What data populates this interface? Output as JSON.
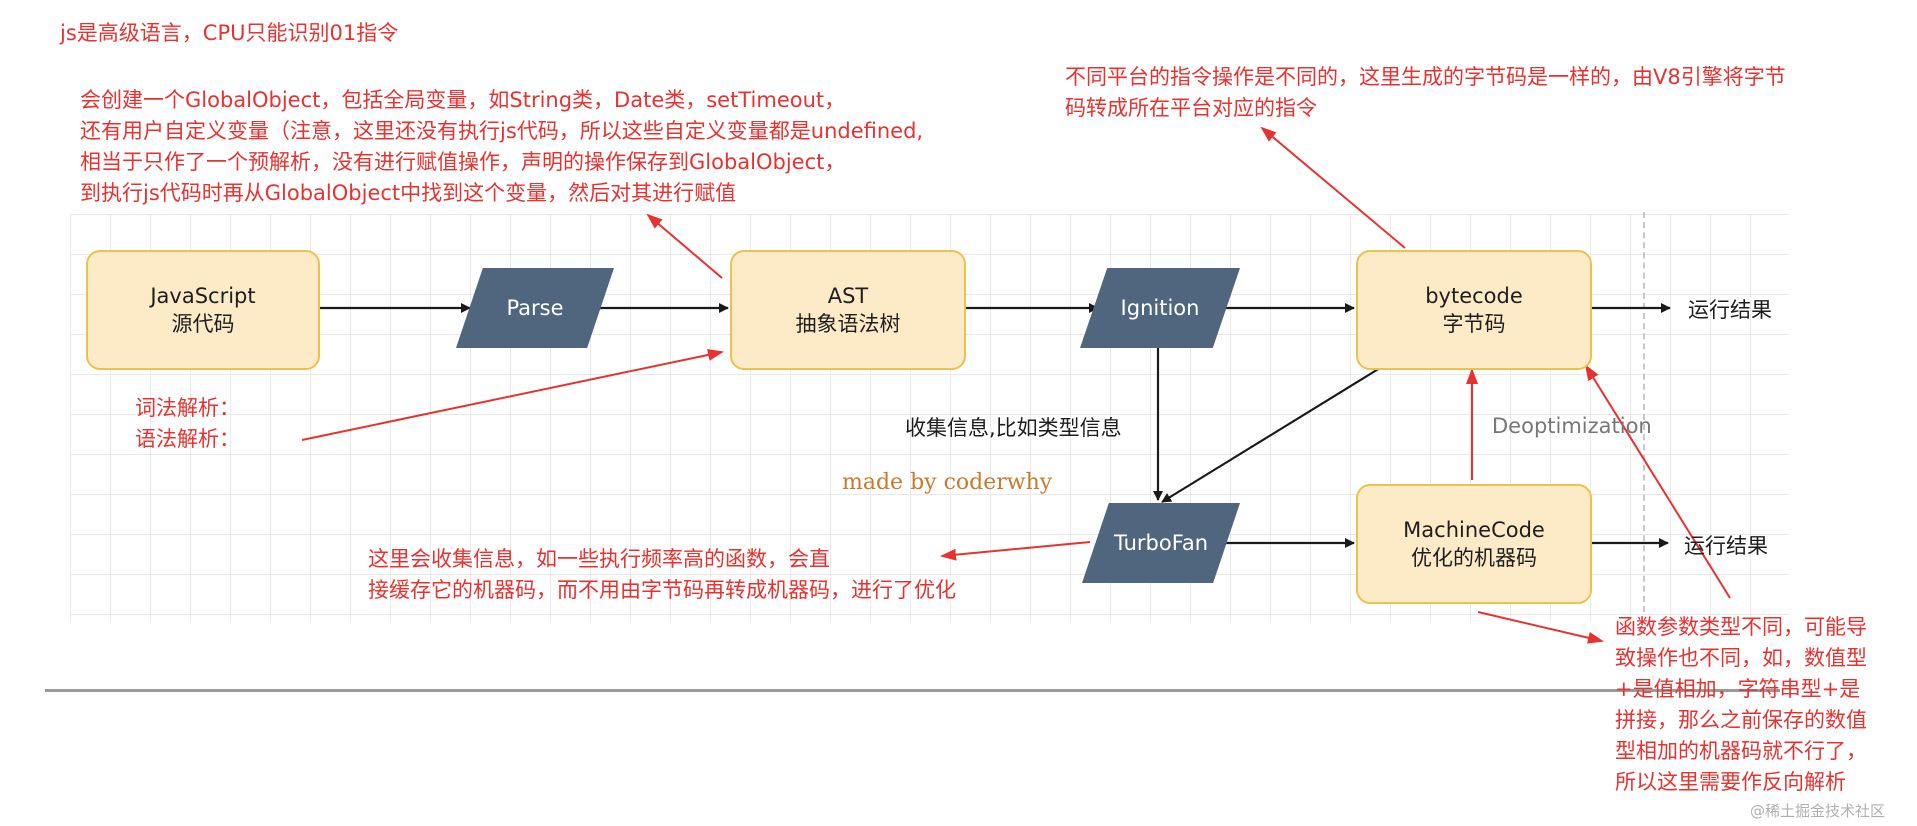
{
  "notes": {
    "top_title": "js是高级语言，CPU只能识别01指令",
    "global_object": [
      "会创建一个GlobalObject，包括全局变量，如String类，Date类，setTimeout，",
      "还有用户自定义变量（注意，这里还没有执行js代码，所以这些自定义变量都是undefined,",
      "相当于只作了一个预解析，没有进行赋值操作，声明的操作保存到GlobalObject，",
      "到执行js代码时再从GlobalObject中找到这个变量，然后对其进行赋值"
    ],
    "platform": [
      "不同平台的指令操作是不同的，这里生成的字节码是一样的，由V8引擎将字节",
      "码转成所在平台对应的指令"
    ],
    "analysis": [
      "词法解析：",
      "语法解析："
    ],
    "turbofan": [
      "这里会收集信息，如一些执行频率高的函数，会直",
      "接缓存它的机器码，而不用由字节码再转成机器码，进行了优化"
    ],
    "deopt": [
      "函数参数类型不同，可能导",
      "致操作也不同，如，数值型",
      "+是值相加，字符串型+是",
      "拼接，那么之前保存的数值",
      "型相加的机器码就不行了，",
      "所以这里需要作反向解析"
    ]
  },
  "nodes": {
    "js_source": [
      "JavaScript",
      "源代码"
    ],
    "parse": "Parse",
    "ast": [
      "AST",
      "抽象语法树"
    ],
    "ignition": "Ignition",
    "bytecode": [
      "bytecode",
      "字节码"
    ],
    "turbofan": "TurboFan",
    "machine_code": [
      "MachineCode",
      "优化的机器码"
    ]
  },
  "labels": {
    "result_top": "运行结果",
    "result_bottom": "运行结果",
    "collect_info": "收集信息,比如类型信息",
    "deoptimization": "Deoptimization",
    "watermark": "made by coderwhy",
    "credit": "@稀土掘金技术社区"
  },
  "colors": {
    "note_red": "#e8322f",
    "box_fill": "#fdebc8",
    "box_border": "#ecc24f",
    "parallelogram_fill": "#50667e"
  }
}
